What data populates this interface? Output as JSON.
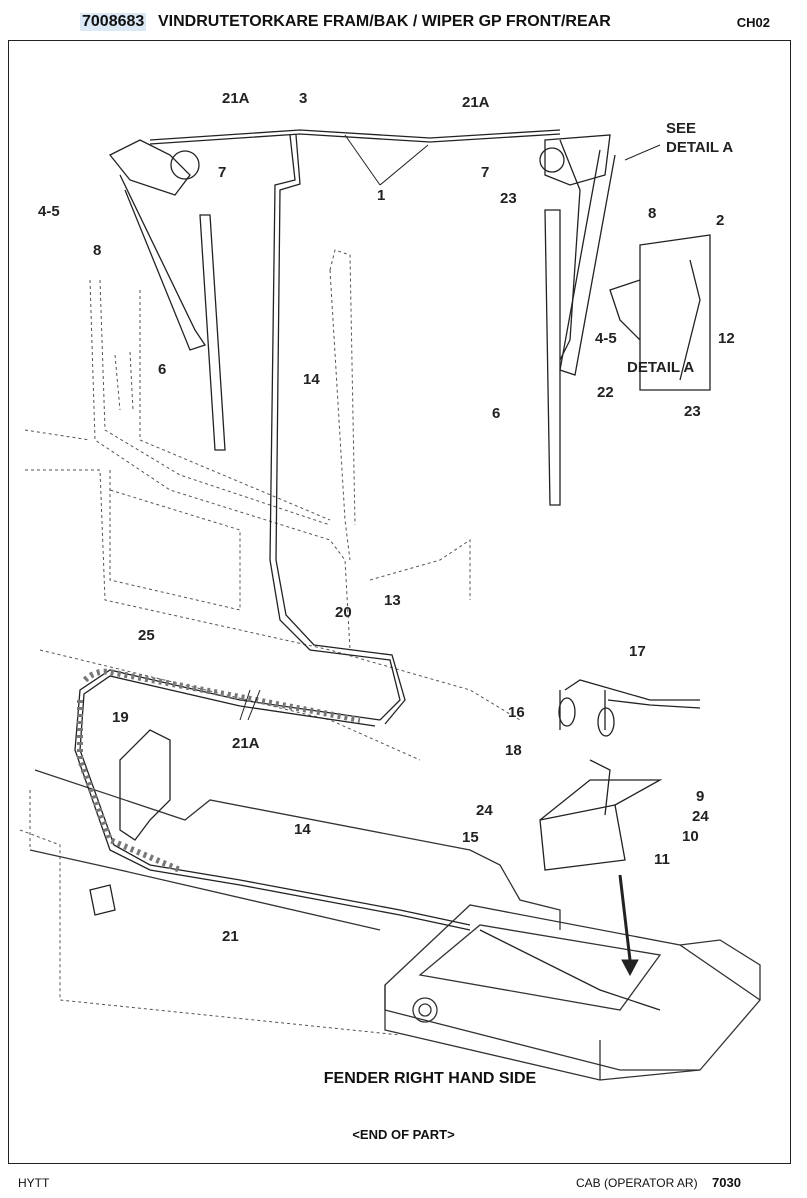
{
  "header": {
    "part_number": "7008683",
    "title": "VINDRUTETORKARE FRAM/BAK / WIPER GP FRONT/REAR",
    "code": "CH02"
  },
  "callouts": {
    "c21a_left": "21A",
    "c3": "3",
    "c21a_right": "21A",
    "see_detail": "SEE",
    "see_detail2": "DETAIL A",
    "c7_left": "7",
    "c7_right": "7",
    "c1": "1",
    "c45_left": "4-5",
    "c23_top": "23",
    "c8_right": "8",
    "c8_left": "8",
    "c2": "2",
    "c12": "12",
    "c45_detail": "4-5",
    "detail_a": "DETAIL A",
    "c6_left": "6",
    "c14_top": "14",
    "c22": "22",
    "c6_right": "6",
    "c23_detail": "23",
    "c13": "13",
    "c20": "20",
    "c25": "25",
    "c17": "17",
    "c19": "19",
    "c16": "16",
    "c21a_bottom": "21A",
    "c18": "18",
    "c9": "9",
    "c24_left": "24",
    "c24_right": "24",
    "c15": "15",
    "c10": "10",
    "c11": "11",
    "c14_bottom": "14",
    "c21": "21"
  },
  "captions": {
    "fender": "FENDER RIGHT HAND SIDE",
    "end": "<END OF PART>"
  },
  "footer": {
    "left": "HYTT",
    "middle": "CAB (OPERATOR AR)",
    "page": "7030"
  }
}
